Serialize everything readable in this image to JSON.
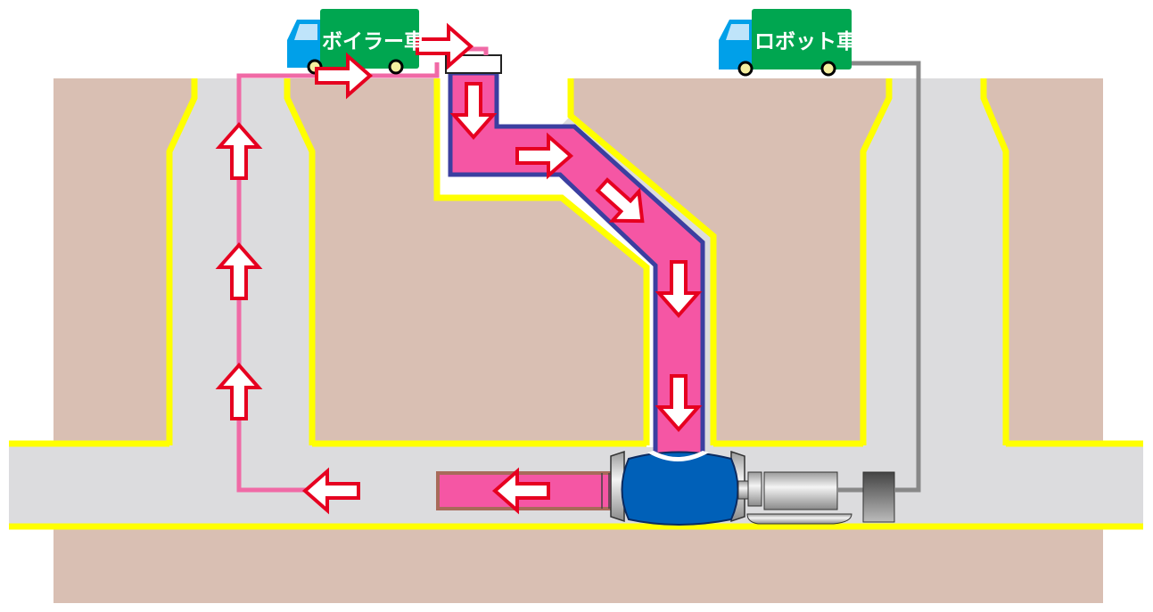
{
  "trucks": {
    "boiler": {
      "label": "ボイラー車"
    },
    "robot": {
      "label": "ロボット車"
    }
  },
  "colors": {
    "ground": "#d9bfb3",
    "tunnel": "#dcdcde",
    "outline": "#ffff00",
    "hot_water": "#f556a4",
    "pipe_border": "#3b3fa0",
    "cab": "#00a0e9",
    "truck_box": "#00a650",
    "robot_body": "#0060b8",
    "arrow_outline": "#e60020"
  },
  "arrows": [
    {
      "dir": "right"
    },
    {
      "dir": "right"
    },
    {
      "dir": "down"
    },
    {
      "dir": "right"
    },
    {
      "dir": "down-right"
    },
    {
      "dir": "down"
    },
    {
      "dir": "down"
    },
    {
      "dir": "left"
    },
    {
      "dir": "left"
    },
    {
      "dir": "up"
    },
    {
      "dir": "up"
    },
    {
      "dir": "up"
    }
  ]
}
